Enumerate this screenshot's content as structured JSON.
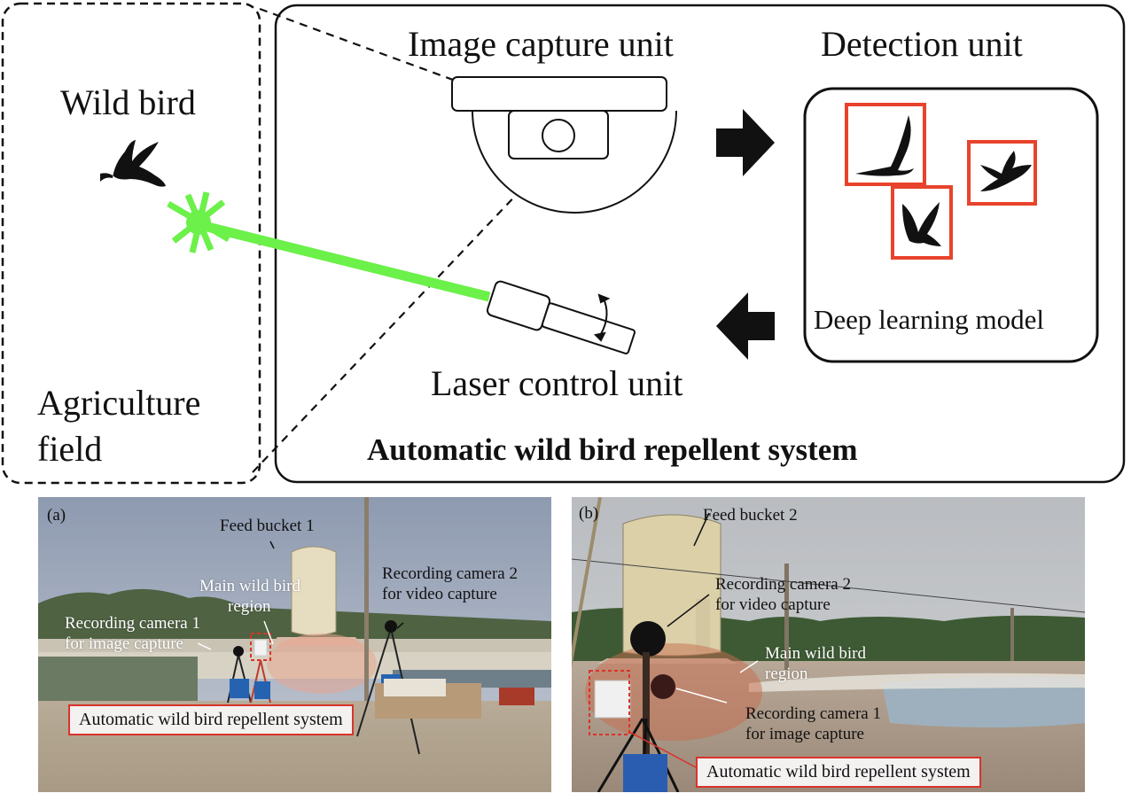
{
  "diagram": {
    "field_label_line1": "Agriculture",
    "field_label_line2": "field",
    "wild_bird_label": "Wild bird",
    "image_capture_label": "Image capture unit",
    "detection_label": "Detection unit",
    "deep_learning_label": "Deep learning model",
    "laser_label": "Laser control unit",
    "system_title": "Automatic wild bird repellent system",
    "colors": {
      "laser": "#6cf04a",
      "detection_box": "#e8432c",
      "outline": "#111111"
    }
  },
  "photo_a": {
    "panel_label": "(a)",
    "feed_bucket": "Feed bucket 1",
    "main_region_line1": "Main wild bird",
    "main_region_line2": "region",
    "camera1_line1": "Recording camera 1",
    "camera1_line2": "for image capture",
    "camera2_line1": "Recording camera 2",
    "camera2_line2": "for video capture",
    "system_callout": "Automatic wild bird repellent system"
  },
  "photo_b": {
    "panel_label": "(b)",
    "feed_bucket": "Feed bucket 2",
    "camera2_line1": "Recording camera 2",
    "camera2_line2": "for video capture",
    "main_region_line1": "Main wild bird",
    "main_region_line2": "region",
    "camera1_line1": "Recording camera 1",
    "camera1_line2": "for image capture",
    "system_callout": "Automatic wild bird repellent system"
  }
}
